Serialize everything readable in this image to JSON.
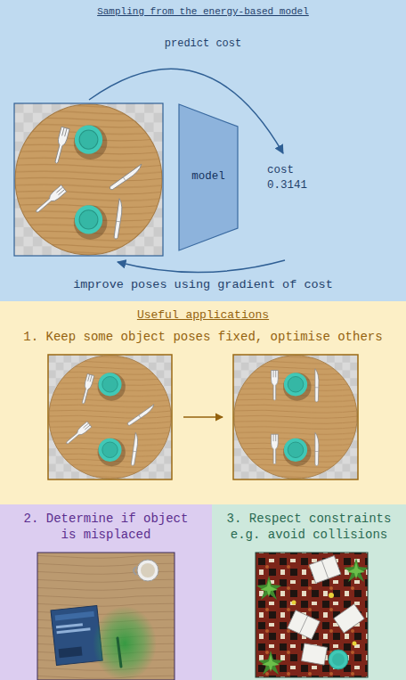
{
  "diagram": {
    "nodes": [
      {
        "text": [
          "Sampling from the energy-based model"
        ]
      },
      {
        "text": [
          "model"
        ],
        "in": 0
      },
      {
        "text": [
          "Useful applications",
          "1. Keep some object poses fixed, optimise others"
        ]
      },
      {
        "text": [
          "2. Determine if object is misplaced"
        ]
      },
      {
        "text": [
          "3. Respect constraints e.g. avoid collisions"
        ]
      }
    ],
    "labels": [
      "predict cost",
      "cost",
      "0.3141",
      "improve poses using gradient of cost"
    ]
  }
}
